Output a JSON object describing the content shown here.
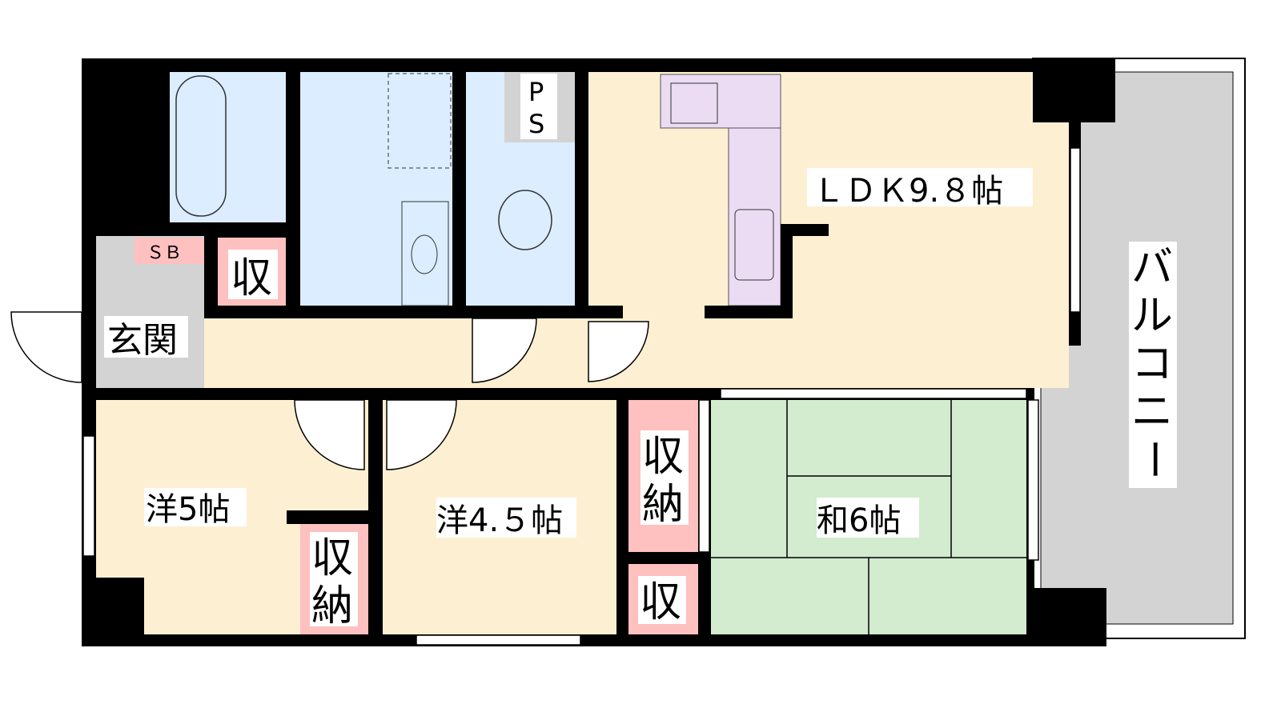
{
  "rooms": {
    "ldk": "ＬＤＫ9.８帖",
    "genkan": "玄関",
    "shoe_box": "ＳＢ",
    "storage_small": "収",
    "ps_p": "P",
    "ps_s": "S",
    "western_5": "洋5帖",
    "western_45": "洋4.５帖",
    "japanese_6": "和6帖",
    "closet_1a": "収",
    "closet_1b": "納",
    "closet_2a": "収",
    "closet_2b": "納",
    "closet_3": "収",
    "balcony": [
      "バ",
      "ル",
      "コ",
      "ニ",
      "ー"
    ]
  },
  "colors": {
    "wet": "#dbedff",
    "living": "#fdf0d2",
    "storage": "#ffc0c0",
    "tatami": "#d3ebcf",
    "gray": "#d3d3d3",
    "kitchen": "#ebdcf4"
  }
}
